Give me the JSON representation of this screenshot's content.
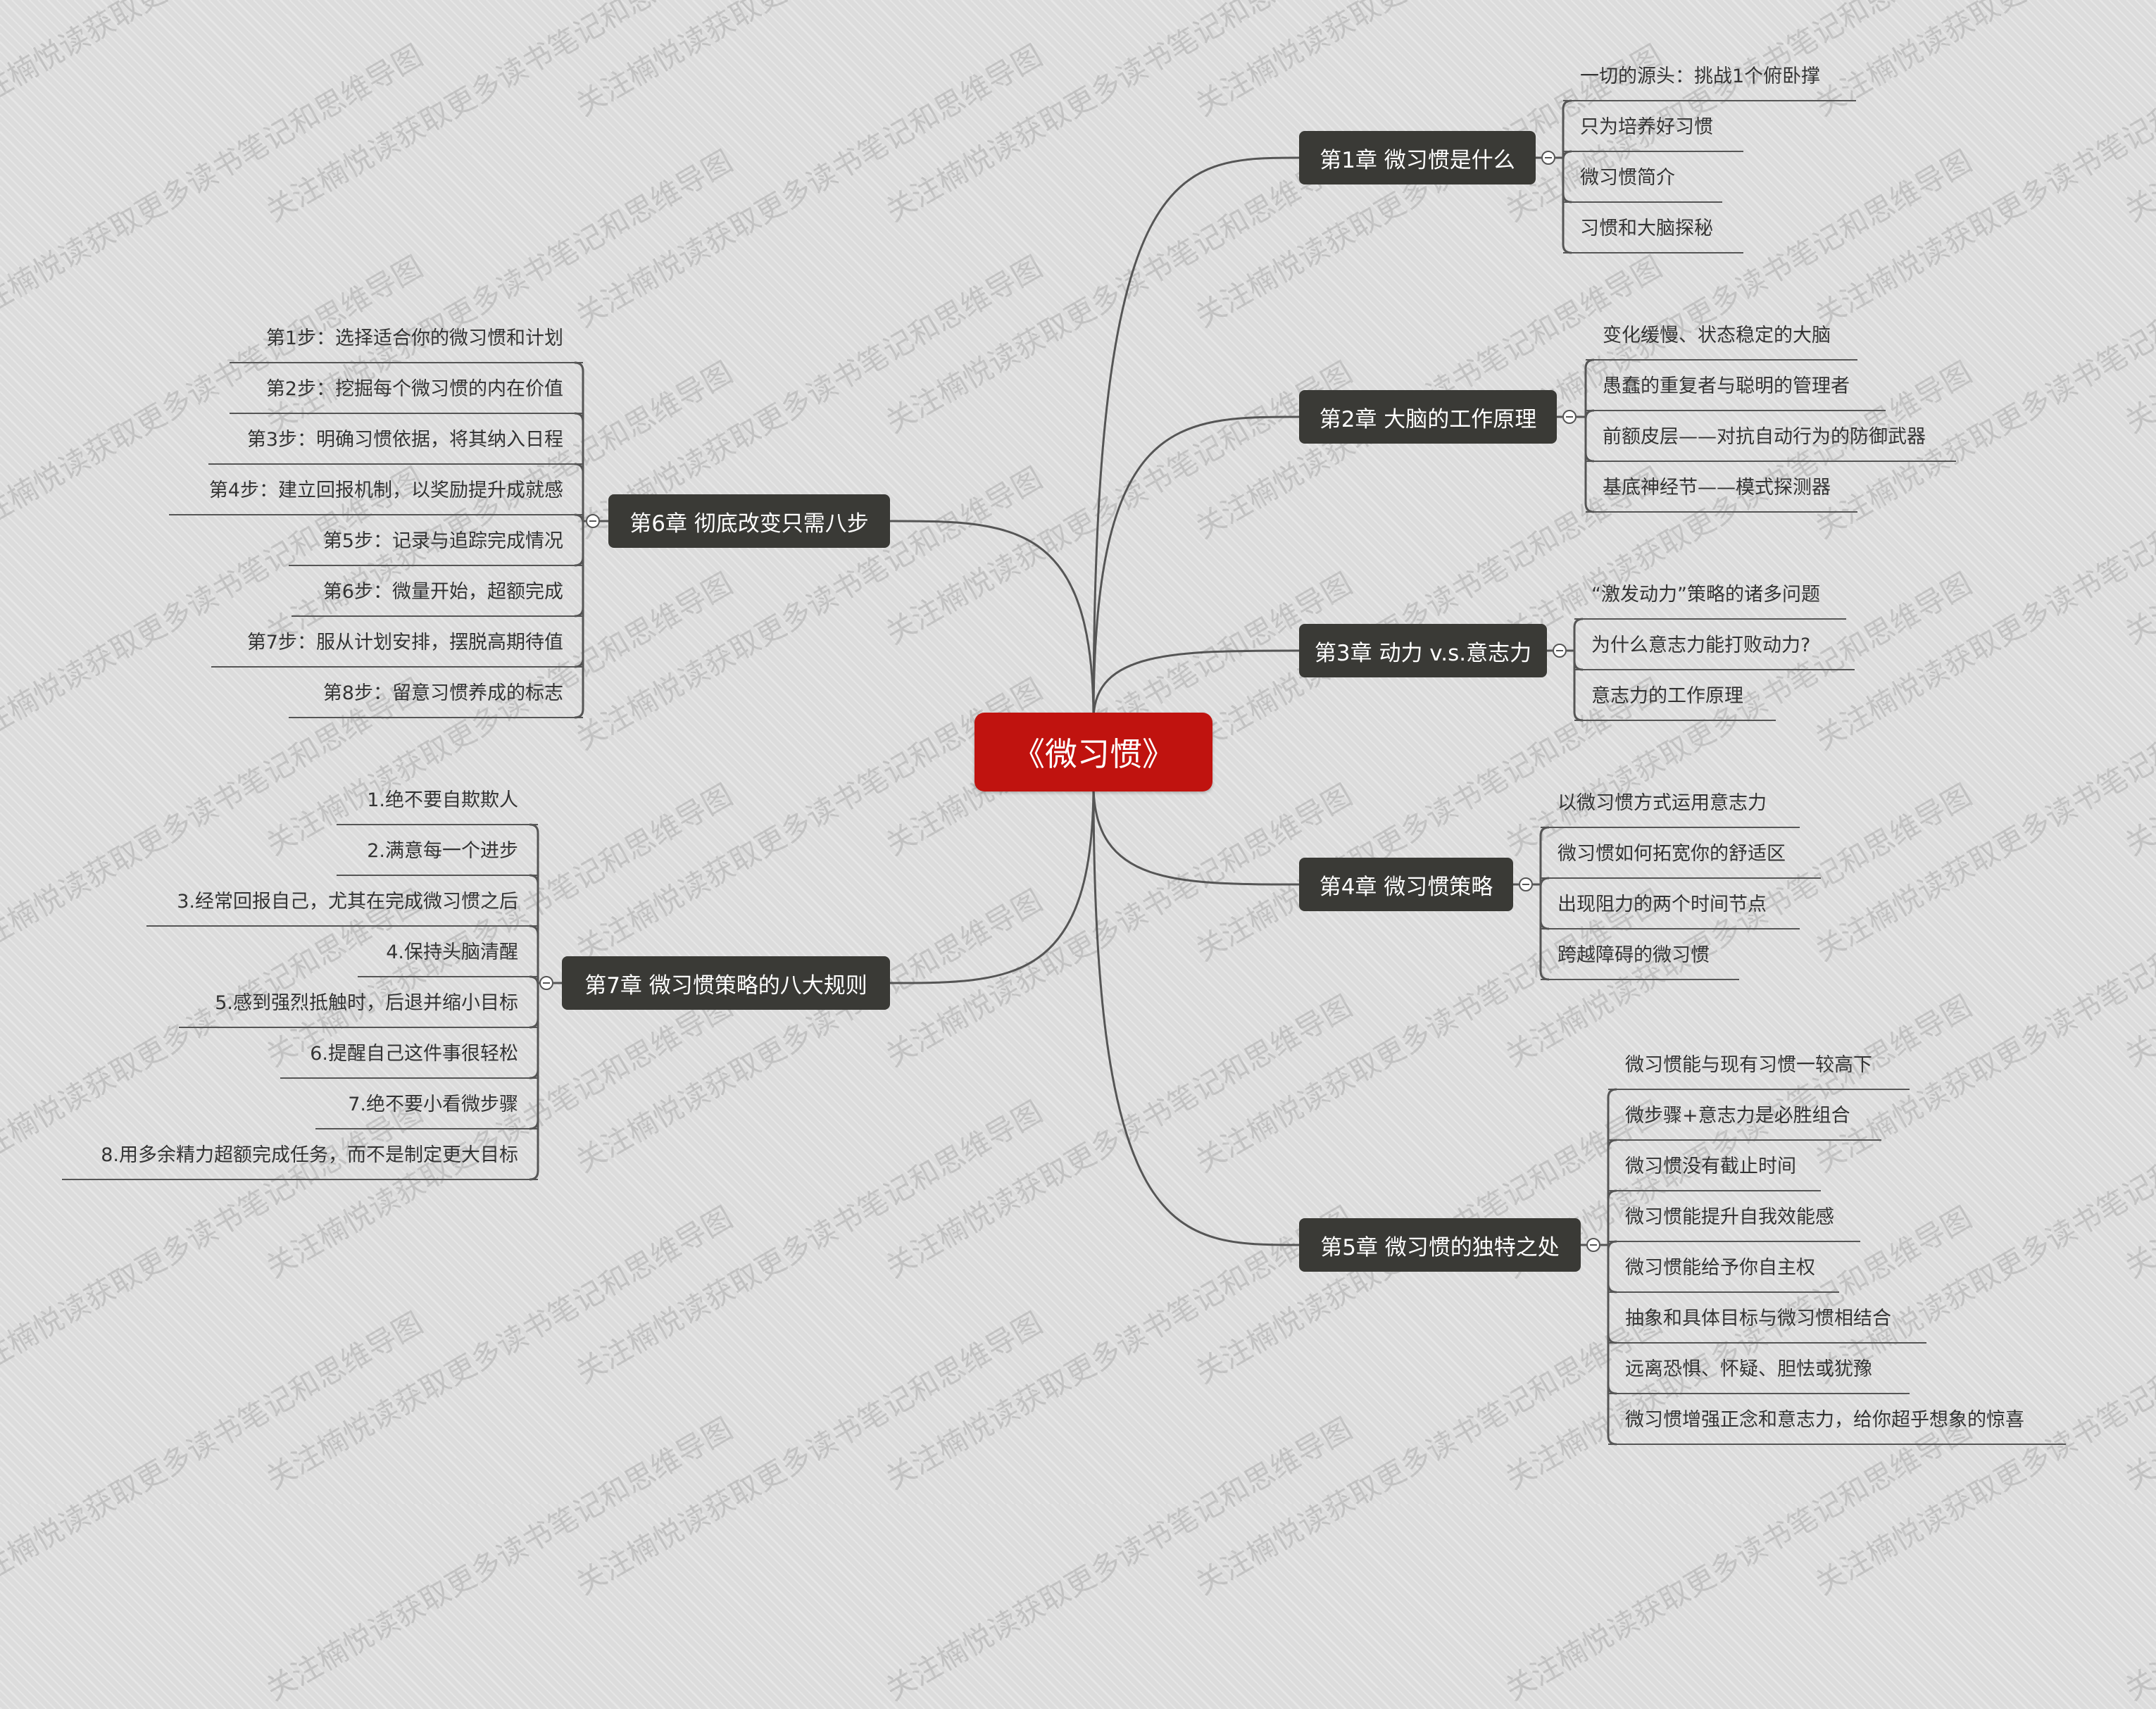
{
  "root": {
    "label": "《微习惯》"
  },
  "chapters": [
    {
      "label": "第1章 微习惯是什么",
      "items": [
        "一切的源头：挑战1个俯卧撑",
        "只为培养好习惯",
        "微习惯简介",
        "习惯和大脑探秘"
      ]
    },
    {
      "label": "第2章 大脑的工作原理",
      "items": [
        "变化缓慢、状态稳定的大脑",
        "愚蠢的重复者与聪明的管理者",
        "前额皮层——对抗自动行为的防御武器",
        "基底神经节——模式探测器"
      ]
    },
    {
      "label": "第3章 动力 v.s.意志力",
      "items": [
        "“激发动力”策略的诸多问题",
        "为什么意志力能打败动力?",
        "意志力的工作原理"
      ]
    },
    {
      "label": "第4章 微习惯策略",
      "items": [
        "以微习惯方式运用意志力",
        "微习惯如何拓宽你的舒适区",
        "出现阻力的两个时间节点",
        "跨越障碍的微习惯"
      ]
    },
    {
      "label": "第5章 微习惯的独特之处",
      "items": [
        "微习惯能与现有习惯一较高下",
        "微步骤+意志力是必胜组合",
        "微习惯没有截止时间",
        "微习惯能提升自我效能感",
        "微习惯能给予你自主权",
        "抽象和具体目标与微习惯相结合",
        "远离恐惧、怀疑、胆怯或犹豫",
        "微习惯增强正念和意志力，给你超乎想象的惊喜"
      ]
    },
    {
      "label": "第6章 彻底改变只需八步",
      "items": [
        "第1步：选择适合你的微习惯和计划",
        "第2步：挖掘每个微习惯的内在价值",
        "第3步：明确习惯依据，将其纳入日程",
        "第4步：建立回报机制，以奖励提升成就感",
        "第5步：记录与追踪完成情况",
        "第6步：微量开始，超额完成",
        "第7步：服从计划安排，摆脱高期待值",
        "第8步：留意习惯养成的标志"
      ]
    },
    {
      "label": "第7章 微习惯策略的八大规则",
      "items": [
        "1.绝不要自欺欺人",
        "2.满意每一个进步",
        "3.经常回报自己，尤其在完成微习惯之后",
        "4.保持头脑清醒",
        "5.感到强烈抵触时，后退并缩小目标",
        "6.提醒自己这件事很轻松",
        "7.绝不要小看微步骤",
        "8.用多余精力超额完成任务，而不是制定更大目标"
      ]
    }
  ],
  "watermark": "关注楠悦读获取更多读书笔记和思维导图",
  "colors": {
    "root": "#c0130f",
    "chapter": "#3a3a36",
    "link": "#555555",
    "background": "#dcdcdc"
  }
}
